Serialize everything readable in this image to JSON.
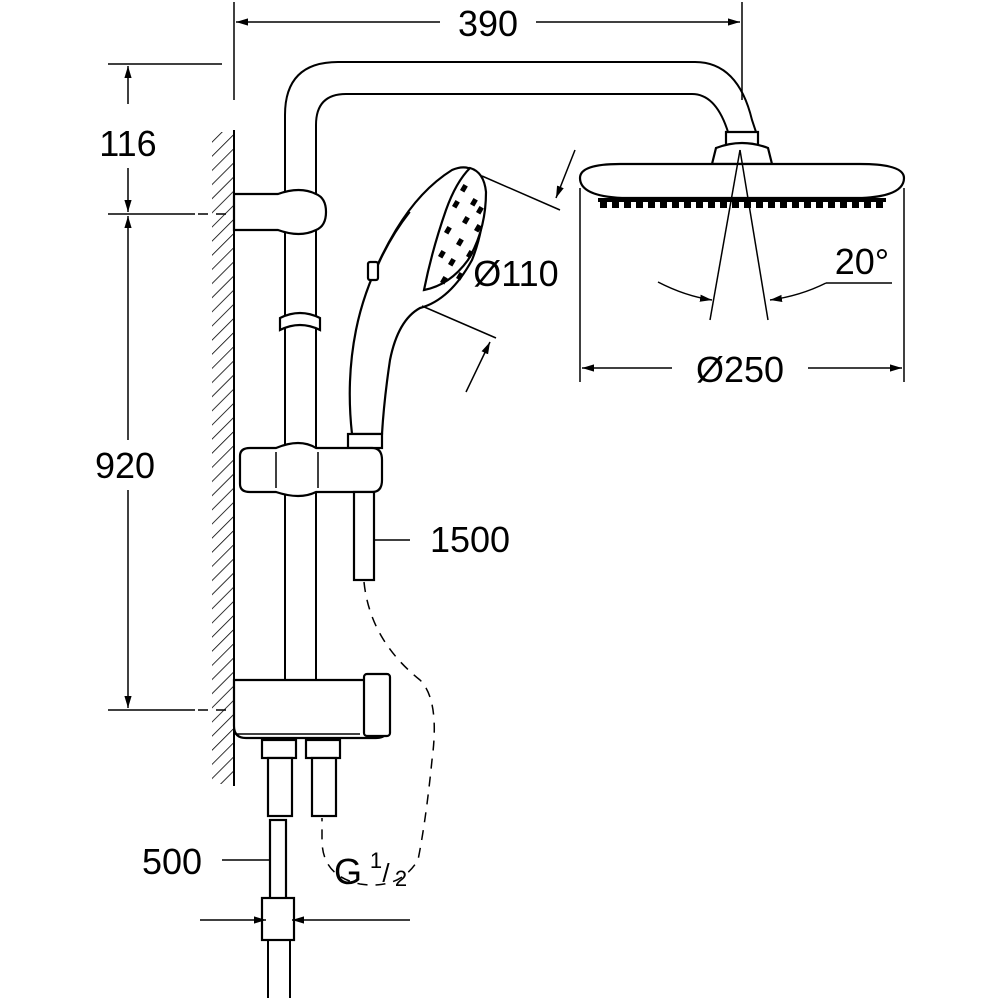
{
  "dimensions": {
    "arm_projection": "390",
    "arm_height": "116",
    "rail_length": "920",
    "hand_shower_diameter": "Ø110",
    "head_shower_diameter": "Ø250",
    "tilt_angle": "20°",
    "shower_hose_length": "1500",
    "supply_hose_length": "500",
    "thread_main": "G",
    "thread_num": "1",
    "thread_den": "2"
  }
}
